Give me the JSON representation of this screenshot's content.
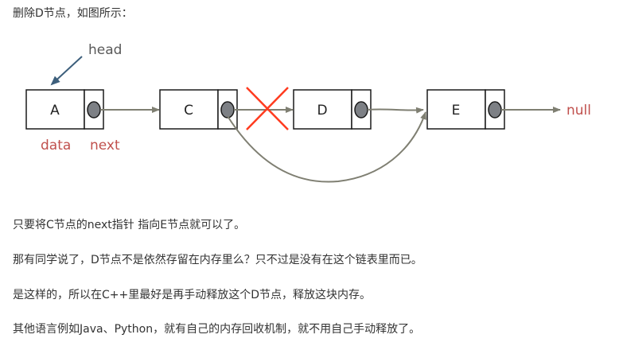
{
  "intro": "删除D节点，如图所示：",
  "diagram": {
    "head_label": "head",
    "data_label": "data",
    "next_label": "next",
    "null_label": "null",
    "nodes": [
      "A",
      "C",
      "D",
      "E"
    ],
    "colors": {
      "box_border": "#1a1a1a",
      "pointer_fill": "#7d8085",
      "arrow": "#7f7f72",
      "head_arrow": "#3d5f7c",
      "label_red": "#c0504d",
      "cross_red": "#ff3b1f"
    }
  },
  "paragraphs": [
    "只要将C节点的next指针 指向E节点就可以了。",
    "那有同学说了，D节点不是依然存留在内存里么？只不过是没有在这个链表里而已。",
    "是这样的，所以在C++里最好是再手动释放这个D节点，释放这块内存。",
    "其他语言例如Java、Python，就有自己的内存回收机制，就不用自己手动释放了。"
  ]
}
